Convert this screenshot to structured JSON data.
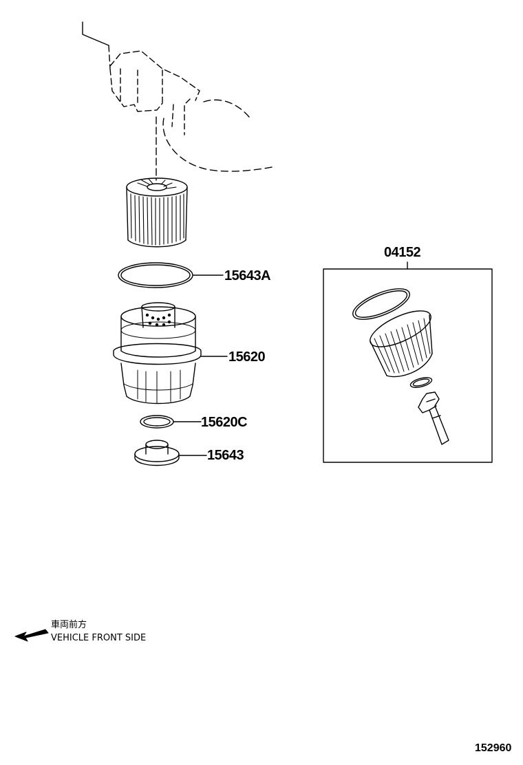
{
  "callouts": {
    "kit": "04152",
    "o_ring": "15643A",
    "cap": "15620",
    "gasket": "15620C",
    "plug": "15643"
  },
  "direction": {
    "jp_label": "車両前方",
    "en_label": "VEHICLE FRONT SIDE"
  },
  "illustration_number": "152960"
}
